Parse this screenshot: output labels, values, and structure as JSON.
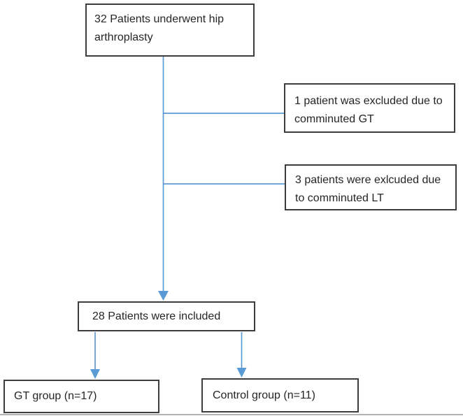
{
  "figure": {
    "type": "flowchart",
    "boxes": {
      "initial": "32 Patients underwent hip arthroplasty",
      "excluded_gt": "1 patient was excluded due to comminuted GT",
      "excluded_lt": "3 patients were exlcuded due to comminuted LT",
      "included": "28 Patients were included",
      "gt_group": "GT group (n=17)",
      "control_group": "Control group (n=11)"
    },
    "colors": {
      "connector_blue": "#5b9bd5",
      "box_border": "#3d3d3d",
      "text": "#262626",
      "background": "#ffffff",
      "bottom_rule": "#b3b3b3"
    }
  }
}
